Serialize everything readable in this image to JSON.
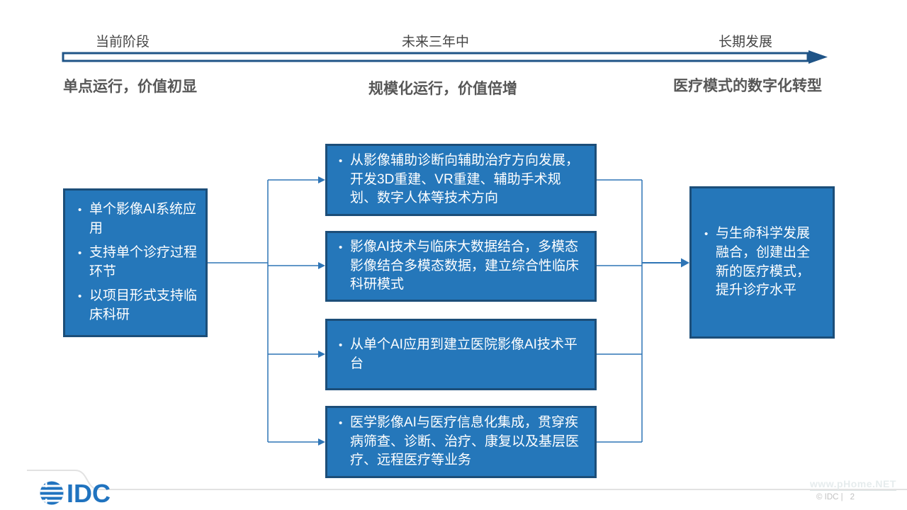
{
  "timeline": {
    "stages": [
      {
        "label": "当前阶段"
      },
      {
        "label": "未来三年中"
      },
      {
        "label": "长期发展"
      }
    ],
    "phases": [
      {
        "label": "单点运行，价值初显"
      },
      {
        "label": "规模化运行，价值倍增"
      },
      {
        "label": "医疗模式的数字化转型"
      }
    ]
  },
  "flow": {
    "left_box": {
      "items": [
        "单个影像AI系统应用",
        "支持单个诊疗过程环节",
        "以项目形式支持临床科研"
      ]
    },
    "middle_boxes": [
      {
        "items": [
          "从影像辅助诊断向辅助治疗方向发展，开发3D重建、VR重建、辅助手术规划、数字人体等技术方向"
        ]
      },
      {
        "items": [
          "影像AI技术与临床大数据结合，多模态影像结合多模态数据，建立综合性临床科研模式"
        ]
      },
      {
        "items": [
          "从单个AI应用到建立医院影像AI技术平台"
        ]
      },
      {
        "items": [
          "医学影像AI与医疗信息化集成，贯穿疾病筛查、诊断、治疗、康复以及基层医疗、远程医疗等业务"
        ]
      }
    ],
    "right_box": {
      "items": [
        "与生命科学发展融合，创建出全新的医疗模式，提升诊疗水平"
      ]
    }
  },
  "footer": {
    "logo_text": "IDC",
    "copyright": "© IDC |",
    "page_number": "2",
    "watermark": "www.pHome.NET"
  },
  "colors": {
    "box_fill": "#2577BA",
    "box_border": "#1C4E79",
    "connector_blue": "#2E75B6",
    "timeline_arrow": "#1F5487",
    "heading_gray": "#575757",
    "logo_blue": "#2073BF"
  }
}
